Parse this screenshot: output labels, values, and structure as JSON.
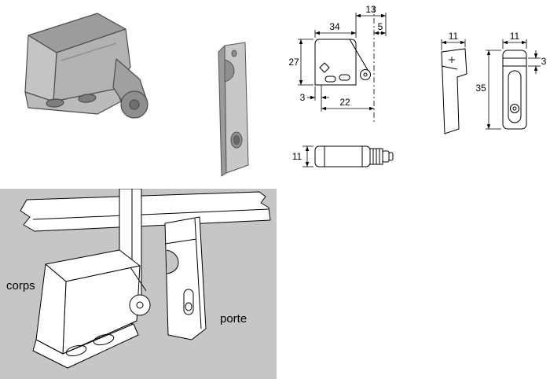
{
  "colors": {
    "background": "#ffffff",
    "panel_background": "#c6c6c6",
    "line": "#000000",
    "photo_light": "#c4c4c4",
    "photo_mid": "#a8a8a8",
    "photo_dark": "#8a8a8a"
  },
  "latch_drawing": {
    "width_top": "34",
    "top_right_outer": "13",
    "top_right_inner": "5",
    "height_left": "27",
    "bottom_offset": "3",
    "bottom_depth": "22",
    "side_height": "11"
  },
  "catch_drawing": {
    "side_width": "11",
    "front_width": "11",
    "height": "35",
    "tab_thickness": "3"
  },
  "installation": {
    "body_label": "corps",
    "door_label": "porte"
  }
}
